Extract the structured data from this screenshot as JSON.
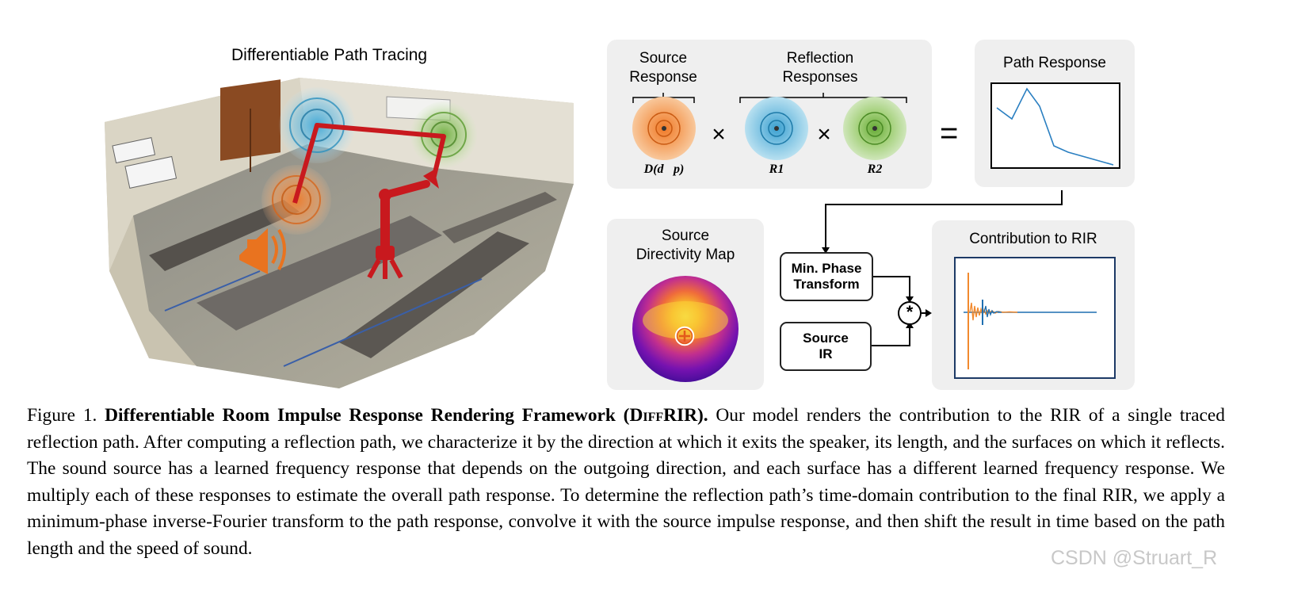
{
  "figure": {
    "left_title": "Differentiable Path Tracing",
    "source_response_label": [
      "Source",
      "Response"
    ],
    "reflection_responses_label": [
      "Reflection",
      "Responses"
    ],
    "path_response_label": "Path Response",
    "directivity_label": [
      "Source",
      "Directivity Map"
    ],
    "contribution_label": "Contribution to RIR",
    "min_phase_box": [
      "Min. Phase",
      "Transform"
    ],
    "source_ir_box": [
      "Source",
      "IR"
    ],
    "math": {
      "d_p": "D(d⃗p)",
      "r1": "R1",
      "r2": "R2",
      "times": "×",
      "equals": "=",
      "convolve": "*"
    },
    "colors": {
      "source": "#f2883e",
      "reflection1": "#4aaed6",
      "reflection2": "#86bf5a",
      "path_line": "#2a7fc1",
      "arrow_red": "#c8191e",
      "rir_orange": "#f28a2e",
      "rir_blue": "#1f6fb0"
    }
  },
  "caption": {
    "prefix": "Figure 1. ",
    "title_bold": "Differentiable Room Impulse Response Rendering Framework (D",
    "title_sc": "iff",
    "title_bold_end": "RIR).",
    "body": " Our model renders the contribution to the RIR of a single traced reflection path. After computing a reflection path, we characterize it by the direction at which it exits the speaker, its length, and the surfaces on which it reflects. The sound source has a learned frequency response that depends on the outgoing direction, and each surface has a different learned frequency response. We multiply each of these responses to estimate the overall path response. To determine the reflection path’s time-domain contribution to the final RIR, we apply a minimum-phase inverse-Fourier transform to the path response, convolve it with the source impulse response, and then shift the result in time based on the path length and the speed of sound."
  },
  "watermark": "CSDN @Struart_R"
}
